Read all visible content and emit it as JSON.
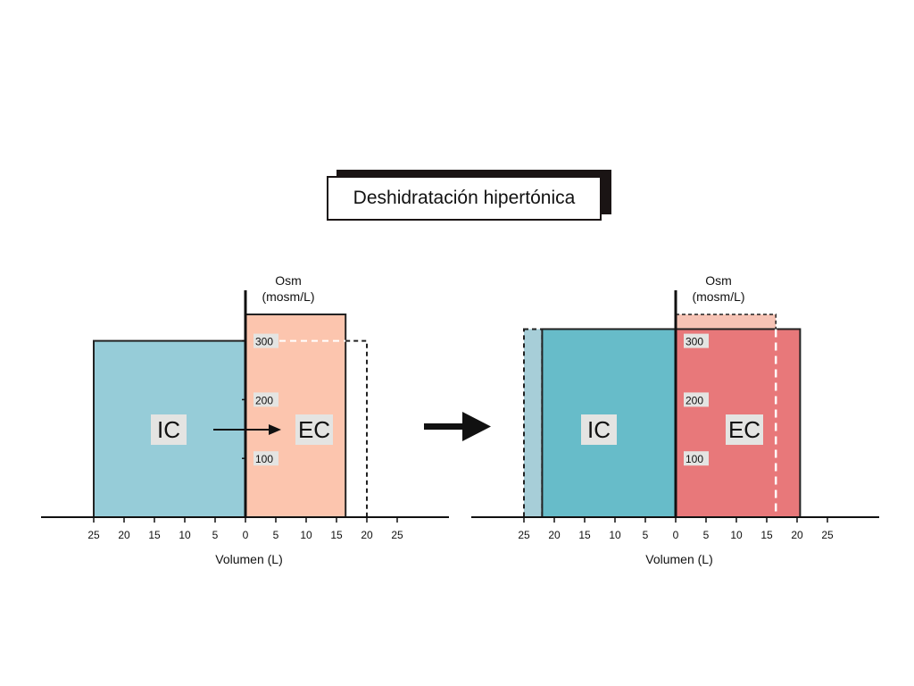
{
  "title": "Deshidratación hipertónica",
  "panels": [
    {
      "y_axis_label_line1": "Osm",
      "y_axis_label_line2": "(mosm/L)",
      "x_axis_label": "Volumen (L)",
      "x_ticks": [
        "25",
        "20",
        "15",
        "10",
        "5",
        "0",
        "5",
        "10",
        "15",
        "20",
        "25"
      ],
      "y_ticks": [
        "300",
        "200",
        "100"
      ],
      "ic_label": "IC",
      "ec_label": "EC",
      "ic_color": "#96ccd8",
      "ec_color": "#fcc5ae",
      "ic_volume_L": 25,
      "ec_volume_L": 16.5,
      "ic_osm": 300,
      "ec_osm": 345,
      "reference_ec_volume_L": 20,
      "reference_osm": 300,
      "shows_shift_arrow": true
    },
    {
      "y_axis_label_line1": "Osm",
      "y_axis_label_line2": "(mosm/L)",
      "x_axis_label": "Volumen (L)",
      "x_ticks": [
        "25",
        "20",
        "15",
        "10",
        "5",
        "0",
        "5",
        "10",
        "15",
        "20",
        "25"
      ],
      "y_ticks": [
        "300",
        "200",
        "100"
      ],
      "ic_label": "IC",
      "ec_label": "EC",
      "ic_color": "#67bcc9",
      "ec_color": "#e8787a",
      "ghost_ic_color": "#a7ced8",
      "ghost_ec_color": "#f6c3b5",
      "ic_volume_L": 22,
      "ec_volume_L": 20.5,
      "osm": 320,
      "previous_ic_volume_L": 25,
      "previous_ec_volume_L": 16.5,
      "previous_osm": 345,
      "shows_shift_arrow": false
    }
  ],
  "transition_arrow": "right-arrow"
}
